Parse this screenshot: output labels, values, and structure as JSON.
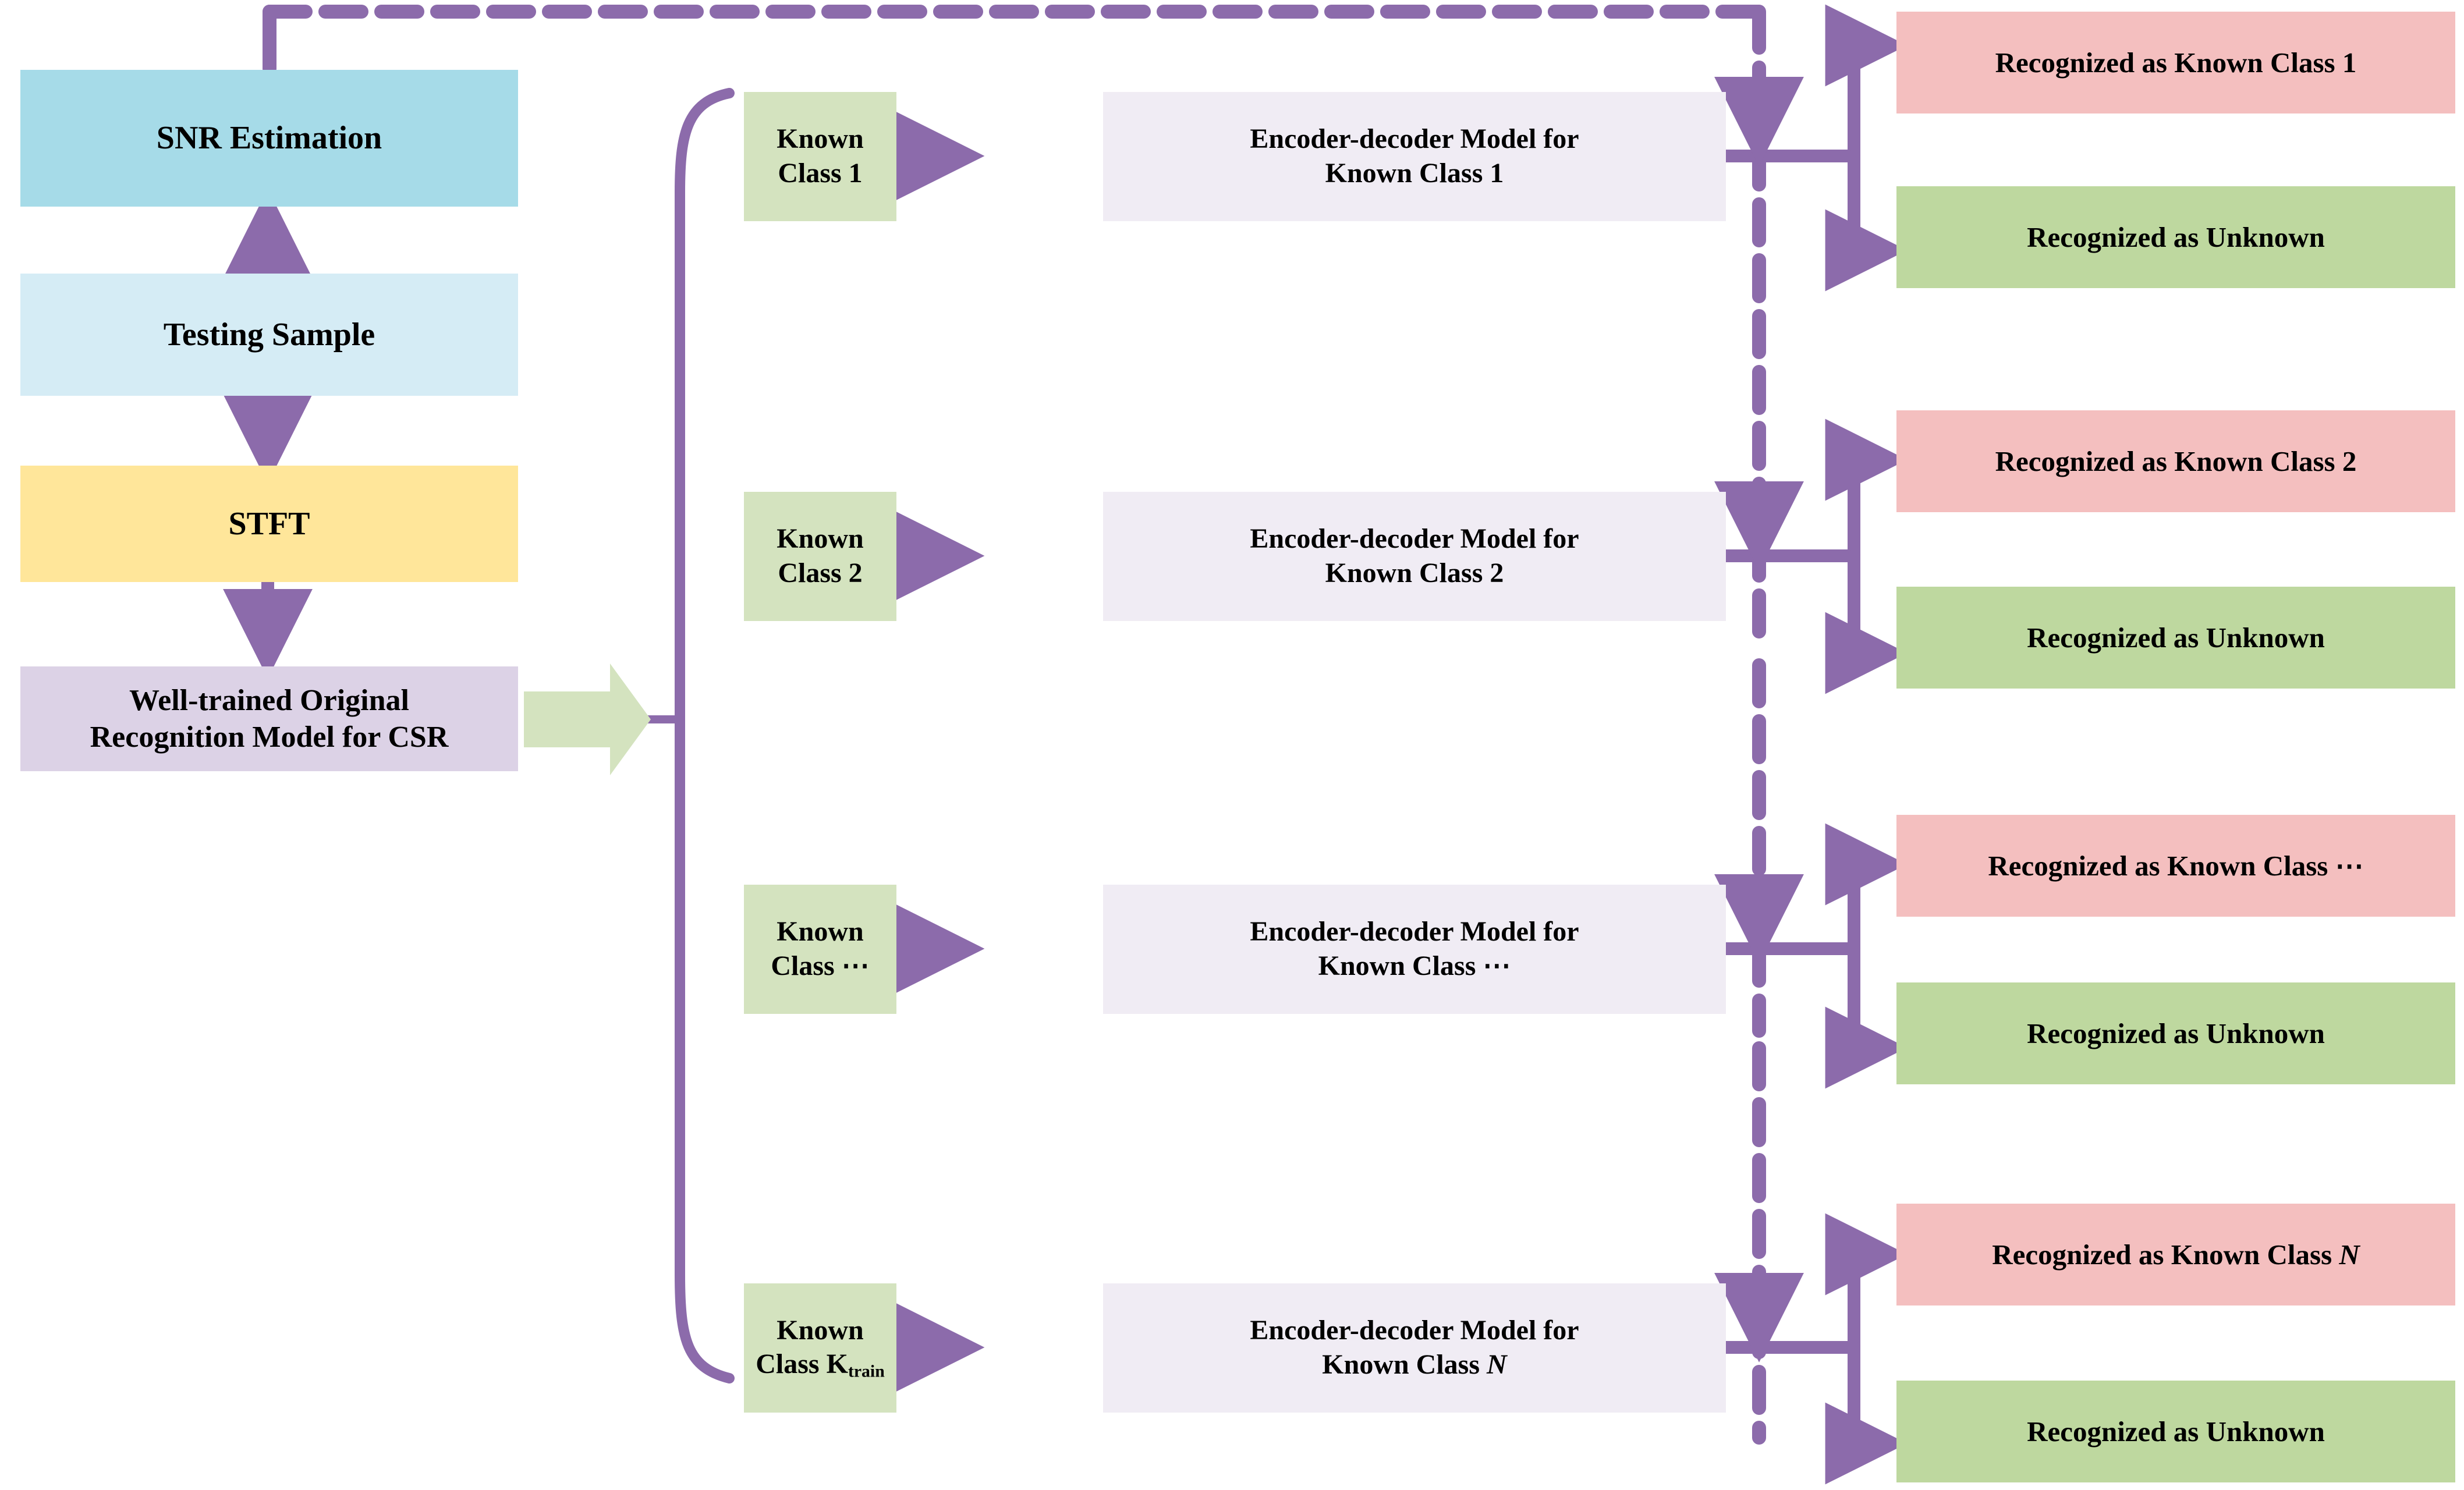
{
  "diagram": {
    "title_present": false,
    "colors": {
      "arrow_purple": "#8c6bab",
      "snr_box": "#a6dbe8",
      "testing_sample_box": "#d5ecf5",
      "stft_box": "#ffe69a",
      "well_trained_box": "#dcd2e6",
      "known_class_box": "#d4e3bf",
      "encoder_decoder_box": "#f0ecf4",
      "recognized_known_box": "#f4bfbf",
      "recognized_unknown_box": "#bed89f",
      "block_arrow_green": "#d4e3bf"
    },
    "left_pipeline": [
      {
        "id": "snr-estimation",
        "label": "SNR Estimation"
      },
      {
        "id": "testing-sample",
        "label": "Testing Sample"
      },
      {
        "id": "stft",
        "label": "STFT"
      },
      {
        "id": "well-trained-model",
        "label_line1": "Well-trained Original",
        "label_line2": "Recognition Model for CSR"
      }
    ],
    "rows": [
      {
        "known_class": {
          "line1": "Known",
          "line2": "Class 1"
        },
        "encoder_decoder": {
          "line1": "Encoder-decoder Model for",
          "line2": "Known Class 1"
        },
        "recognized_known": {
          "prefix": "Recognized as Known Class ",
          "suffix": "1",
          "suffix_italic": false
        },
        "recognized_unknown": "Recognized as Unknown"
      },
      {
        "known_class": {
          "line1": "Known",
          "line2": "Class 2"
        },
        "encoder_decoder": {
          "line1": "Encoder-decoder Model for",
          "line2": "Known Class 2"
        },
        "recognized_known": {
          "prefix": "Recognized as Known Class ",
          "suffix": "2",
          "suffix_italic": false
        },
        "recognized_unknown": "Recognized as Unknown"
      },
      {
        "known_class": {
          "line1": "Known",
          "line2": "Class ⋯"
        },
        "encoder_decoder": {
          "line1": "Encoder-decoder Model for",
          "line2": "Known Class ⋯"
        },
        "recognized_known": {
          "prefix": "Recognized as Known Class ",
          "suffix": "⋯",
          "suffix_italic": false
        },
        "recognized_unknown": "Recognized as Unknown"
      },
      {
        "known_class": {
          "line1": "Known",
          "line2_main": "Class K",
          "line2_sub": "train"
        },
        "encoder_decoder": {
          "line1": "Encoder-decoder Model for",
          "line2_main": "Known Class ",
          "line2_italic": "N"
        },
        "recognized_known": {
          "prefix": "Recognized as Known Class ",
          "suffix": "N",
          "suffix_italic": true
        },
        "recognized_unknown": "Recognized as Unknown"
      }
    ],
    "connectors": {
      "feedback_loop": "dashed",
      "brace": "left-bracket-grouping-known-classes",
      "block_arrow": "well-trained-model-to-known-classes"
    }
  }
}
